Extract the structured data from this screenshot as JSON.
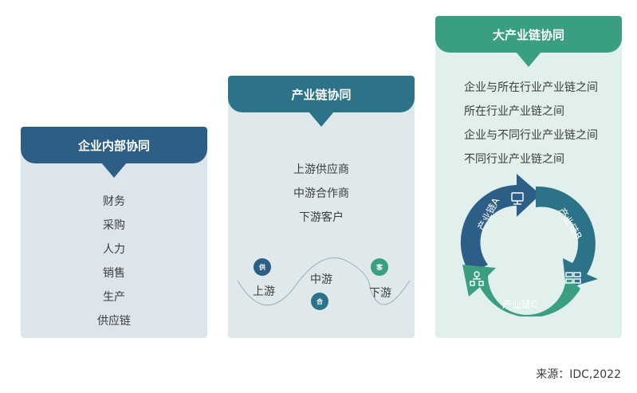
{
  "panels": {
    "internal": {
      "title": "企业内部协同",
      "items": [
        "财务",
        "采购",
        "人力",
        "销售",
        "生产",
        "供应链"
      ]
    },
    "chain": {
      "title": "产业链协同",
      "items": [
        "上游供应商",
        "中游合作商",
        "下游客户"
      ],
      "flow": {
        "upstream": "上游",
        "midstream": "中游",
        "downstream": "下游",
        "badge_supply": "供",
        "badge_coop": "合",
        "badge_customer": "客"
      }
    },
    "big_chain": {
      "title": "大产业链协同",
      "items": [
        "企业与所在行业产业链之间",
        "所在行业产业链之间",
        "企业与不同行业产业链之间",
        "不同行业产业链之间"
      ],
      "cycle": {
        "chain_a": "产业链A",
        "chain_b": "产业链B",
        "chain_c": "产业链C",
        "colors": [
          "#2d5f86",
          "#2c7389",
          "#3a9e82"
        ]
      }
    }
  },
  "source": "来源：IDC,2022"
}
